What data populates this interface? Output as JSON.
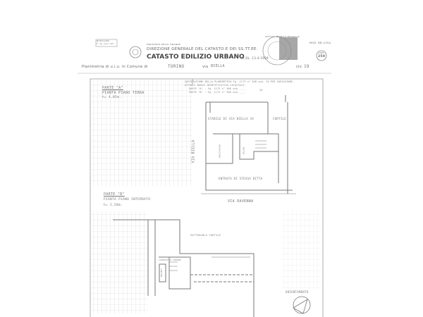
{
  "header": {
    "form_box": [
      "MODULARIO",
      "F. rig. rend. 497"
    ],
    "ministry": "MINISTERO DELLE FINANZE",
    "direction": "DIREZIONE GENERALE DEL CATASTO E DEI SS.TT.EE.",
    "title": "CATASTO EDILIZIO URBANO",
    "decree": "(R.DL. 13-4-1939",
    "model": "MOD. BN (CEU)",
    "stamp_value": [
      "LIRE",
      "250"
    ],
    "stamp_round_text": "UFFICIO TECNICO ERARIALE",
    "planimetria_prefix": "Planimetria di u.i.u. in Comune di",
    "comune": "TORINO",
    "via_label": "via",
    "via": "BIELLA",
    "civ_label": "civ.",
    "civ": "19"
  },
  "part_a": {
    "title": "PARTE \"A\"",
    "plan": "PIANTA PIANO TERRA",
    "height": "h= 4,05m.",
    "substitution": [
      "SOSTITUZIONE DELLA PLANIMETRIA Fg. 1173 n° 308 sub. 34 PER VARIAZIONE.",
      "ATTUALE NUOVO IDENTIFICATIVO CATASTALE:",
      "PARTE \"A\" : Fg. 1173 n° 308 sub. ___",
      "PARTE \"B\" : Fg. 1173 n° 308 sub. ___",
      "34"
    ],
    "labels": {
      "stabile": "STABILE DI VIA BIELLA 19",
      "cortile": "CORTILE",
      "via_biella": "VIA BIELLA",
      "magazzino": "MAGAZZINO",
      "retro": "RETRO",
      "entrata": "ENTRATA DI STESSA DITTA",
      "via_ravenna": "VIA RAVENNA"
    }
  },
  "part_b": {
    "title": "PARTE \"B\"",
    "plan": "PIANTA PIANO INTERRATO",
    "height": "h= 2,50m.",
    "labels": {
      "sottosuolo": "SOTTOSUOLO CORTILE",
      "corridoio": "CORRIDOIO COMUNE",
      "cantina": "CANTINA"
    }
  },
  "orientation": "ORIENTAMENTO"
}
